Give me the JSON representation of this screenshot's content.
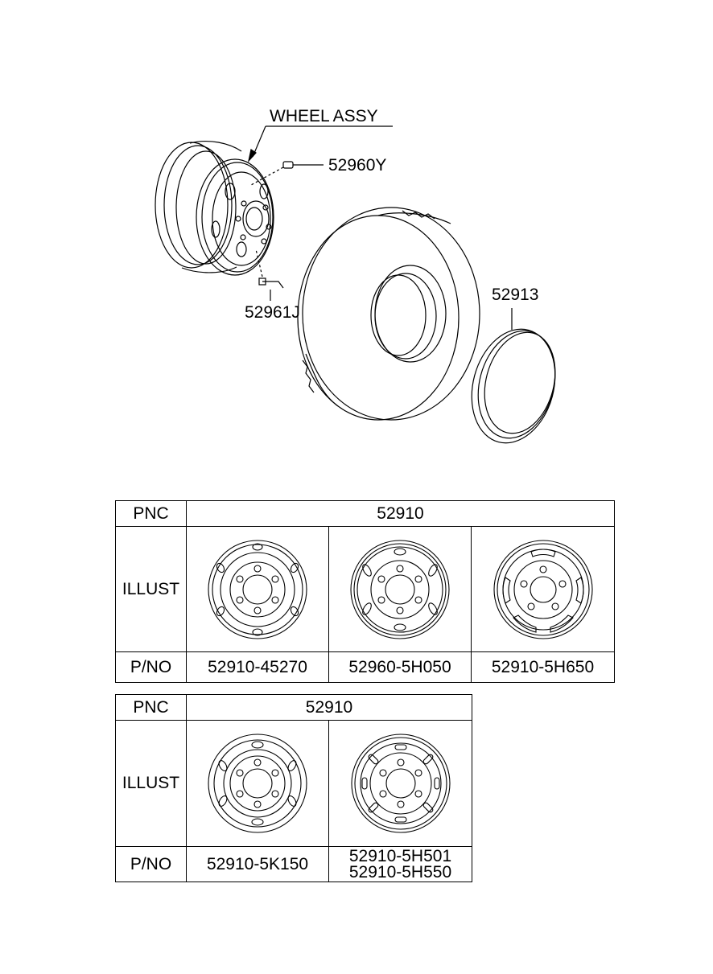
{
  "diagram": {
    "callouts": {
      "wheel_assy": "WHEEL ASSY",
      "valve": "52960Y",
      "valve_cap": "52961J",
      "ring": "52913"
    }
  },
  "tables": [
    {
      "pnc_label": "PNC",
      "pnc_value": "52910",
      "illust_label": "ILLUST",
      "pno_label": "P/NO",
      "columns": [
        {
          "wheel_style": "six-oval-outer-holes",
          "pno": "52910-45270"
        },
        {
          "wheel_style": "six-slot-outer-holes",
          "pno": "52960-5H050"
        },
        {
          "wheel_style": "five-long-slots",
          "pno": "52910-5H650"
        }
      ]
    },
    {
      "pnc_label": "PNC",
      "pnc_value": "52910",
      "illust_label": "ILLUST",
      "pno_label": "P/NO",
      "columns": [
        {
          "wheel_style": "six-oval-inner-holes",
          "pno": "52910-5K150"
        },
        {
          "wheel_style": "eight-slot-ring",
          "pno_lines": [
            "52910-5H501",
            "52910-5H550"
          ]
        }
      ]
    }
  ]
}
